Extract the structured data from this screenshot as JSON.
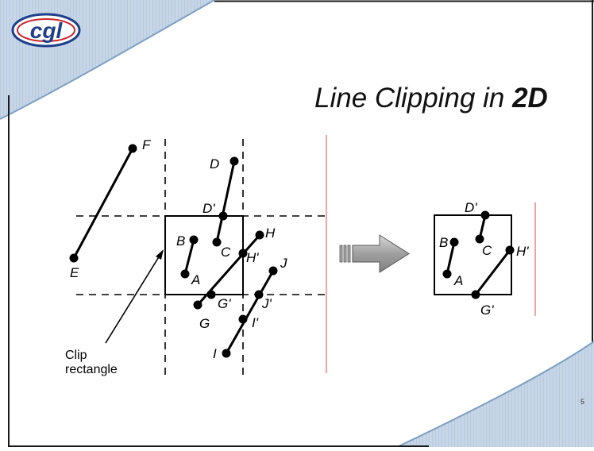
{
  "slide": {
    "title_main": "Line Clipping in ",
    "title_emph": "2D",
    "page_number": "5",
    "logo_text": "cgl"
  },
  "diagram_before": {
    "points": {
      "F": "F",
      "E": "E",
      "D": "D",
      "D_prime": "D'",
      "B": "B",
      "A": "A",
      "C": "C",
      "H": "H",
      "H_prime": "H'",
      "G_prime": "G'",
      "G": "G",
      "J": "J",
      "J_prime": "J'",
      "I_prime": "I'",
      "I": "I"
    },
    "clip_label_line1": "Clip",
    "clip_label_line2": "rectangle"
  },
  "diagram_after": {
    "points": {
      "D_prime": "D'",
      "B": "B",
      "C": "C",
      "H_prime": "H'",
      "A": "A",
      "G_prime": "G'"
    }
  },
  "colors": {
    "frame": "#1a1a1a",
    "swoosh_light": "#bcd0e4",
    "swoosh_dark": "#7f9fc2",
    "divider_red": "#d94a4a",
    "arrow_gray": "#a8a8a8",
    "logo_blue": "#1e3f8a",
    "logo_red": "#c8252d"
  }
}
